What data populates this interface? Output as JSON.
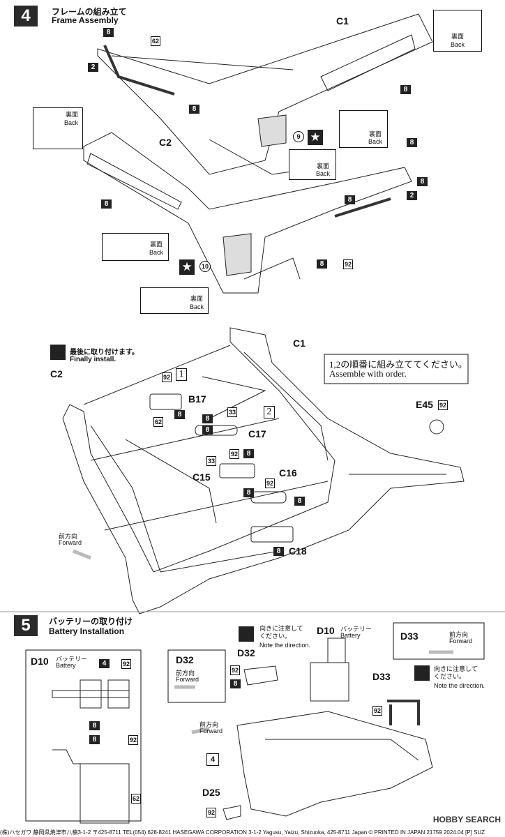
{
  "step4": {
    "number": "4",
    "title_jp": "フレームの組み立て",
    "title_en": "Frame Assembly",
    "c1": "C1",
    "c2": "C2",
    "back_jp": "裏面",
    "back_en": "Back",
    "part_8": "8",
    "part_2": "2",
    "part_62": "62",
    "part_92": "92",
    "part_9": "9",
    "part_10": "10",
    "star": "★",
    "finally_jp": "最後に取り付けます。",
    "finally_en": "Finally install.",
    "order_jp": "1,2の順番に組み立ててください。",
    "order_en": "Assemble with order.",
    "b17": "B17",
    "c17": "C17",
    "c15": "C15",
    "c16": "C16",
    "c18": "C18",
    "e45": "E45",
    "part_33": "33",
    "seq_1": "1",
    "seq_2": "2",
    "forward_jp": "前方向",
    "forward_en": "Forward"
  },
  "step5": {
    "number": "5",
    "title_jp": "バッテリーの取り付け",
    "title_en": "Battery Installation",
    "d10": "D10",
    "battery_jp": "バッテリー",
    "battery_en": "Battery",
    "d32": "D32",
    "d33": "D33",
    "d25": "D25",
    "part_4": "4",
    "part_8": "8",
    "part_92": "92",
    "part_62": "62",
    "direction_jp": "向きに注意して\nください。",
    "direction_en": "Note the direction.",
    "forward_jp": "前方向",
    "forward_en": "Forward",
    "step_ref": "4"
  },
  "footer": {
    "text": "(株)ハセガワ 静岡県焼津市八楠3-1-2 〒425-8711 TEL(054) 628-8241   HASEGAWA CORPORATION  3-1-2 Yagusu, Yaizu, Shizuoka, 425-8711 Japan   © PRINTED IN JAPAN  21759  2024.04 [P] SUZ",
    "watermark": "HOBBY SEARCH"
  }
}
